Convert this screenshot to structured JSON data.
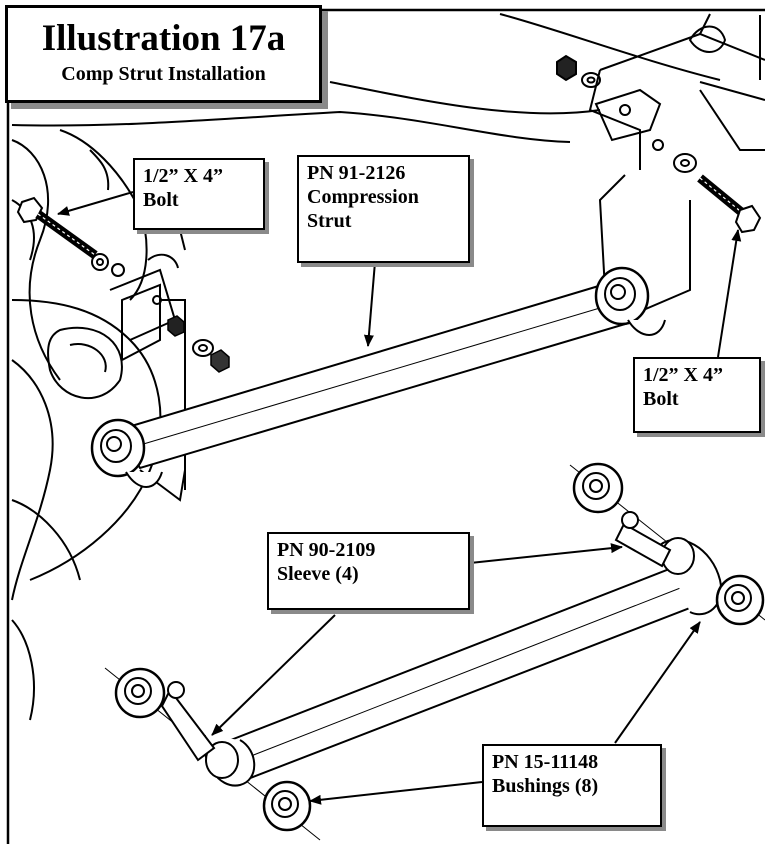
{
  "title": {
    "main": "Illustration 17a",
    "subtitle": "Comp Strut Installation"
  },
  "callouts": {
    "bolt_left": {
      "line1": "1/2” X 4”",
      "line2": "Bolt"
    },
    "strut": {
      "line1": "PN 91-2126",
      "line2": "Compression",
      "line3": "Strut"
    },
    "bolt_right": {
      "line1": "1/2” X 4”",
      "line2": "Bolt"
    },
    "sleeve": {
      "line1": "PN 90-2109",
      "line2": "Sleeve (4)"
    },
    "bushings": {
      "line1": "PN 15-11148",
      "line2": "Bushings (8)"
    }
  }
}
